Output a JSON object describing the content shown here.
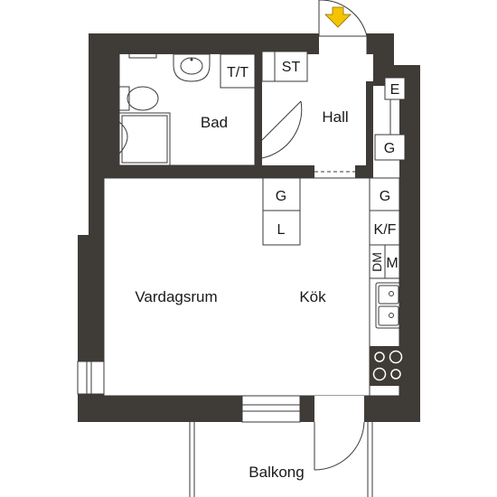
{
  "rooms": {
    "bad": "Bad",
    "hall": "Hall",
    "vardagsrum": "Vardagsrum",
    "kok": "Kök",
    "balkong": "Balkong"
  },
  "fixtures": {
    "tt": "T/T",
    "st": "ST",
    "e": "E",
    "g_hall": "G",
    "g_kok_left": "G",
    "l": "L",
    "g_kok_right": "G",
    "kf": "K/F",
    "dm": "DM",
    "m": "M"
  },
  "colors": {
    "wall": "#3f3b37",
    "line": "#3a3a3a",
    "entrance_arrow": "#f5c400",
    "background": "#ffffff"
  },
  "icons": [
    "entrance-arrow-icon",
    "sink-icon",
    "toilet-icon",
    "shower-icon",
    "kitchen-sink-icon",
    "stove-icon"
  ]
}
